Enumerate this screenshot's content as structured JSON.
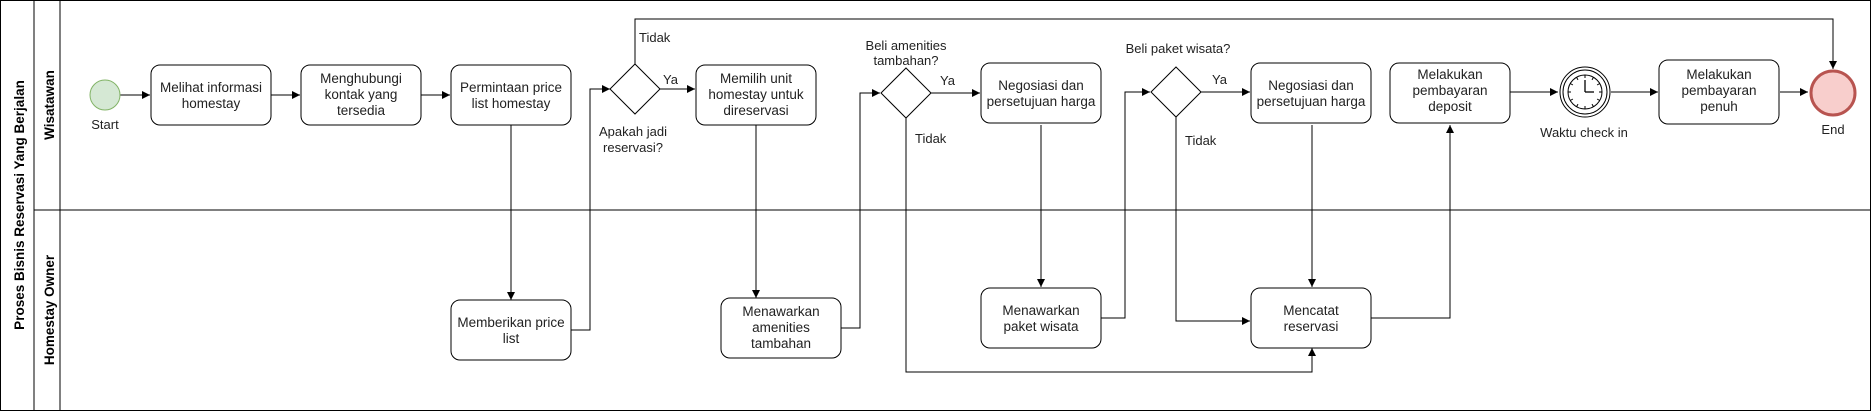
{
  "pool": {
    "title": "Proses Bisnis Reservasi Yang Berjalan"
  },
  "lanes": [
    {
      "id": "wisatawan",
      "title": "Wisatawan"
    },
    {
      "id": "owner",
      "title": "Homestay Owner"
    }
  ],
  "events": {
    "start": "Start",
    "timer": "Waktu check in",
    "end": "End"
  },
  "tasks": {
    "t1": [
      "Melihat informasi",
      "homestay"
    ],
    "t2": [
      "Menghubungi",
      "kontak  yang",
      "tersedia"
    ],
    "t3": [
      "Permintaan price",
      "list homestay"
    ],
    "t4": [
      "Memberikan price",
      "list"
    ],
    "t5": [
      "Memilih unit",
      "homestay untuk",
      "direservasi"
    ],
    "t6": [
      "Menawarkan",
      "amenities",
      "tambahan"
    ],
    "t7": [
      "Negosiasi dan",
      "persetujuan harga"
    ],
    "t8": [
      "Menawarkan",
      "paket wisata"
    ],
    "t9": [
      "Negosiasi dan",
      "persetujuan harga"
    ],
    "t10": [
      "Mencatat",
      "reservasi"
    ],
    "t11": [
      "Melakukan",
      "pembayaran",
      "deposit"
    ],
    "t12": [
      "Melakukan",
      "pembayaran",
      "penuh"
    ]
  },
  "gateways": {
    "g1": [
      "Apakah jadi",
      "reservasi?"
    ],
    "g2": [
      "Beli amenities",
      "tambahan?"
    ],
    "g3": [
      "Beli paket wisata?"
    ]
  },
  "flow_labels": {
    "g1_yes": "Ya",
    "g1_no": "Tidak",
    "g2_yes": "Ya",
    "g2_no": "Tidak",
    "g3_yes": "Ya",
    "g3_no": "Tidak"
  },
  "colors": {
    "start_fill": "#d5e8d4",
    "start_stroke": "#82b366",
    "end_fill": "#f8cecc",
    "end_stroke": "#b85450",
    "line": "#000000"
  }
}
